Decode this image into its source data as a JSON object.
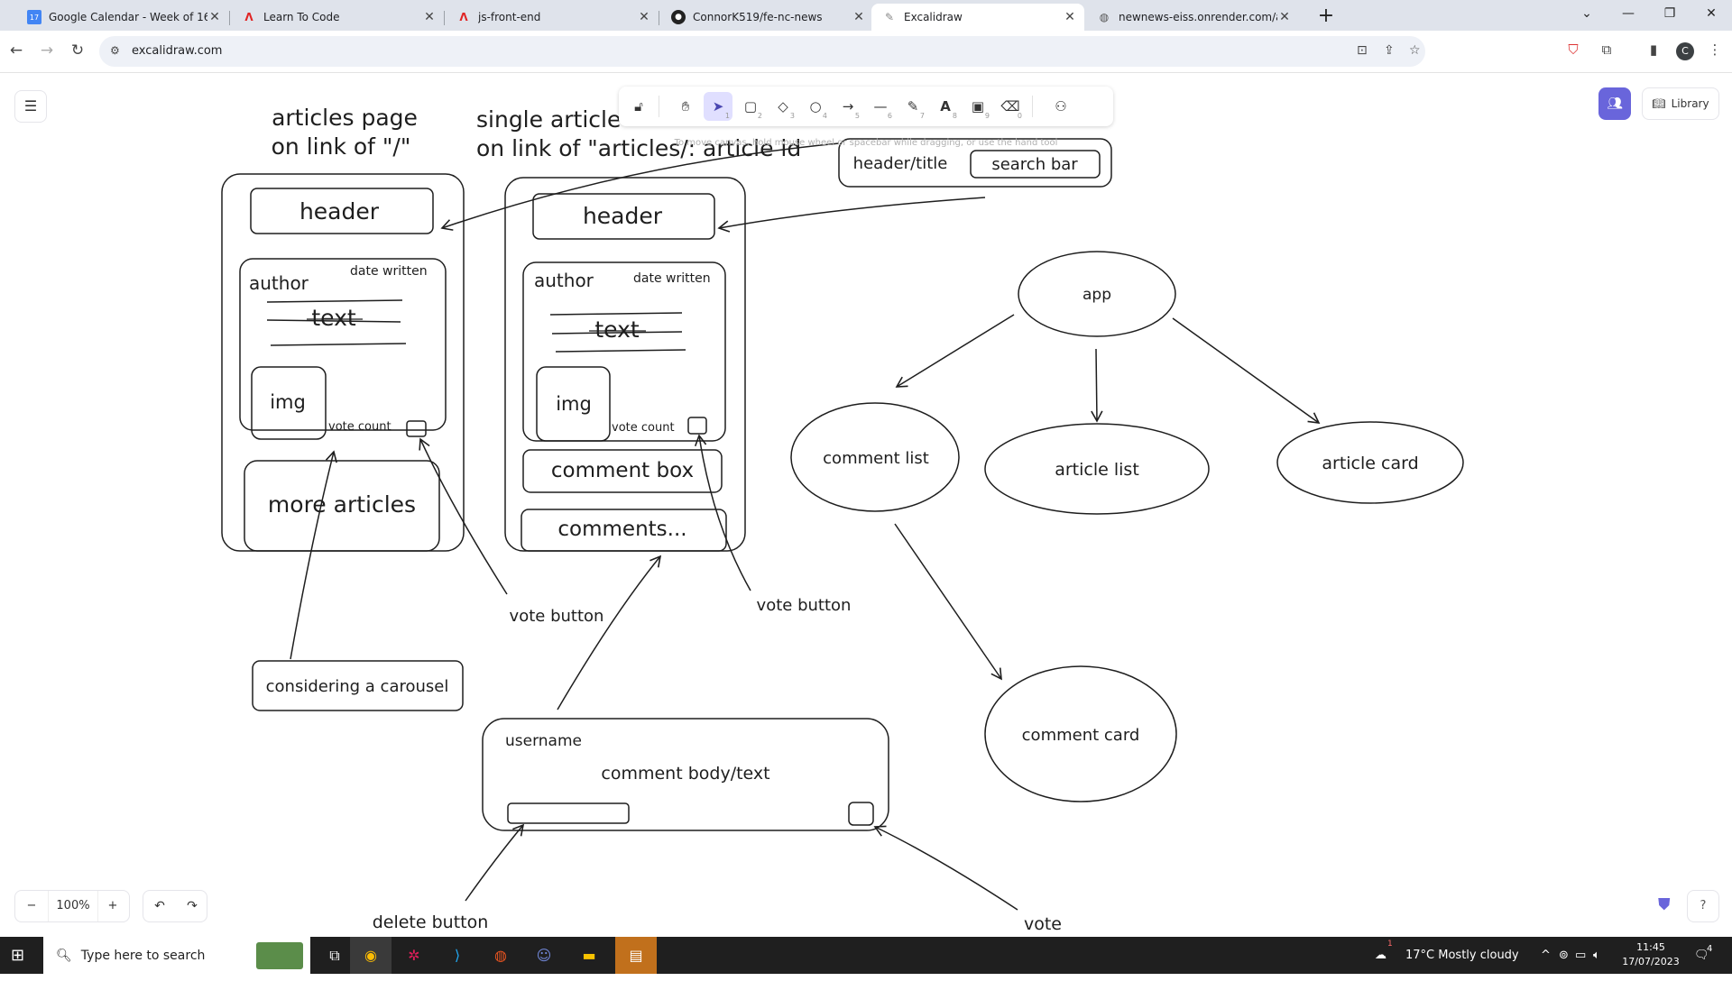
{
  "browser": {
    "tabs": [
      {
        "title": "Google Calendar - Week of 16",
        "icon": "calendar-icon"
      },
      {
        "title": "Learn To Code",
        "icon": "northcoders-icon"
      },
      {
        "title": "js-front-end",
        "icon": "northcoders-icon"
      },
      {
        "title": "ConnorK519/fe-nc-news",
        "icon": "github-icon"
      },
      {
        "title": "Excalidraw",
        "icon": "excalidraw-icon"
      },
      {
        "title": "newnews-eiss.onrender.com/a",
        "icon": "globe-icon"
      }
    ],
    "active_tab": 4,
    "new_tab": "+",
    "url": "excalidraw.com",
    "profile_initial": "C"
  },
  "excalidraw": {
    "hint": "To move canvas, hold mouse wheel or spacebar while dragging, or use the hand tool",
    "tool_shortcuts": [
      "1",
      "2",
      "3",
      "4",
      "5",
      "6",
      "7",
      "8",
      "9",
      "0"
    ],
    "library_label": "Library",
    "zoom": "100%",
    "zoom_out": "−",
    "zoom_in": "+"
  },
  "drawing": {
    "page1_title_line1": "articles page",
    "page1_title_line2": "on link of \"/\"",
    "page2_title_line1": "single article",
    "page2_title_line2": "on link of \"articles/: article id",
    "header": "header",
    "author": "author",
    "date_written": "date written",
    "text": "text",
    "img": "img",
    "vote_count": "vote count",
    "more_articles": "more articles",
    "comment_box": "comment box",
    "comments": "comments...",
    "header_title": "header/title",
    "search_bar": "search bar",
    "vote_button": "vote button",
    "considering_carousel": "considering a carousel",
    "username": "username",
    "comment_body": "comment body/text",
    "delete_button": "delete button",
    "vote": "vote",
    "app": "app",
    "comment_list": "comment list",
    "article_list": "article list",
    "article_card": "article card",
    "comment_card": "comment card"
  },
  "taskbar": {
    "search_placeholder": "Type here to search",
    "weather": "17°C  Mostly cloudy",
    "weather_badge": "1",
    "time": "11:45",
    "date": "17/07/2023",
    "notifications": "4"
  }
}
